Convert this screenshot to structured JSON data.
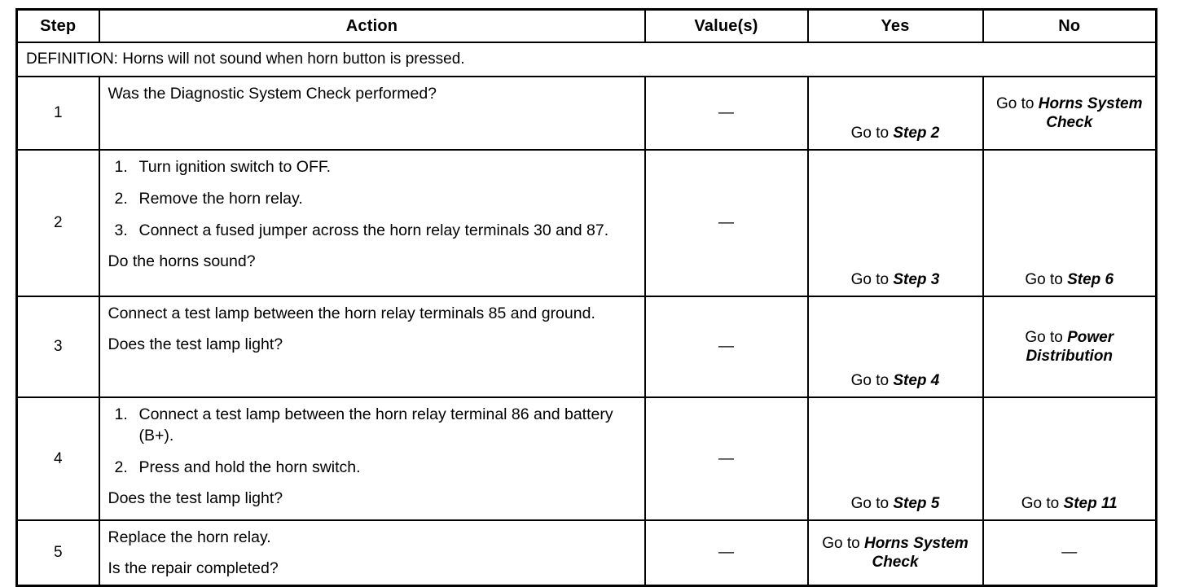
{
  "table": {
    "columns": [
      {
        "key": "step",
        "label": "Step"
      },
      {
        "key": "action",
        "label": "Action"
      },
      {
        "key": "value",
        "label": "Value(s)"
      },
      {
        "key": "yes",
        "label": "Yes"
      },
      {
        "key": "no",
        "label": "No"
      }
    ],
    "definition": "DEFINITION: Horns will not sound when horn button is pressed.",
    "dash": "—",
    "rows": [
      {
        "step": "1",
        "action": {
          "lead": "Was the Diagnostic System Check performed?"
        },
        "value": "—",
        "yes": {
          "prefix": "Go to ",
          "target": "Step 2"
        },
        "no": {
          "prefix": "Go to ",
          "target": "Horns System Check"
        }
      },
      {
        "step": "2",
        "action": {
          "items": [
            {
              "num": "1.",
              "text": "Turn ignition switch to OFF."
            },
            {
              "num": "2.",
              "text": "Remove the horn relay."
            },
            {
              "num": "3.",
              "text": "Connect a fused jumper across the horn relay terminals 30 and 87."
            }
          ],
          "tail": "Do the horns sound?"
        },
        "value": "—",
        "yes": {
          "prefix": "Go to ",
          "target": "Step 3"
        },
        "no": {
          "prefix": "Go to ",
          "target": "Step 6"
        }
      },
      {
        "step": "3",
        "action": {
          "lead": "Connect a test lamp between the horn relay terminals 85 and ground.",
          "tail": "Does the test lamp light?"
        },
        "value": "—",
        "yes": {
          "prefix": "Go to ",
          "target": "Step 4"
        },
        "no": {
          "prefix": "Go to ",
          "target": "Power Distribution"
        }
      },
      {
        "step": "4",
        "action": {
          "items": [
            {
              "num": "1.",
              "text": "Connect a test lamp between the horn relay terminal 86 and battery (B+)."
            },
            {
              "num": "2.",
              "text": "Press and hold the horn switch."
            }
          ],
          "tail": "Does the test lamp light?"
        },
        "value": "—",
        "yes": {
          "prefix": "Go to ",
          "target": "Step 5"
        },
        "no": {
          "prefix": "Go to ",
          "target": "Step 11"
        }
      },
      {
        "step": "5",
        "action": {
          "lead": "Replace the horn relay.",
          "tail": "Is the repair completed?"
        },
        "value": "—",
        "yes": {
          "prefix": "Go to ",
          "target": "Horns System Check"
        },
        "no": {
          "dash": "—"
        }
      }
    ]
  },
  "colors": {
    "ink": "#000000",
    "paper": "#ffffff"
  }
}
